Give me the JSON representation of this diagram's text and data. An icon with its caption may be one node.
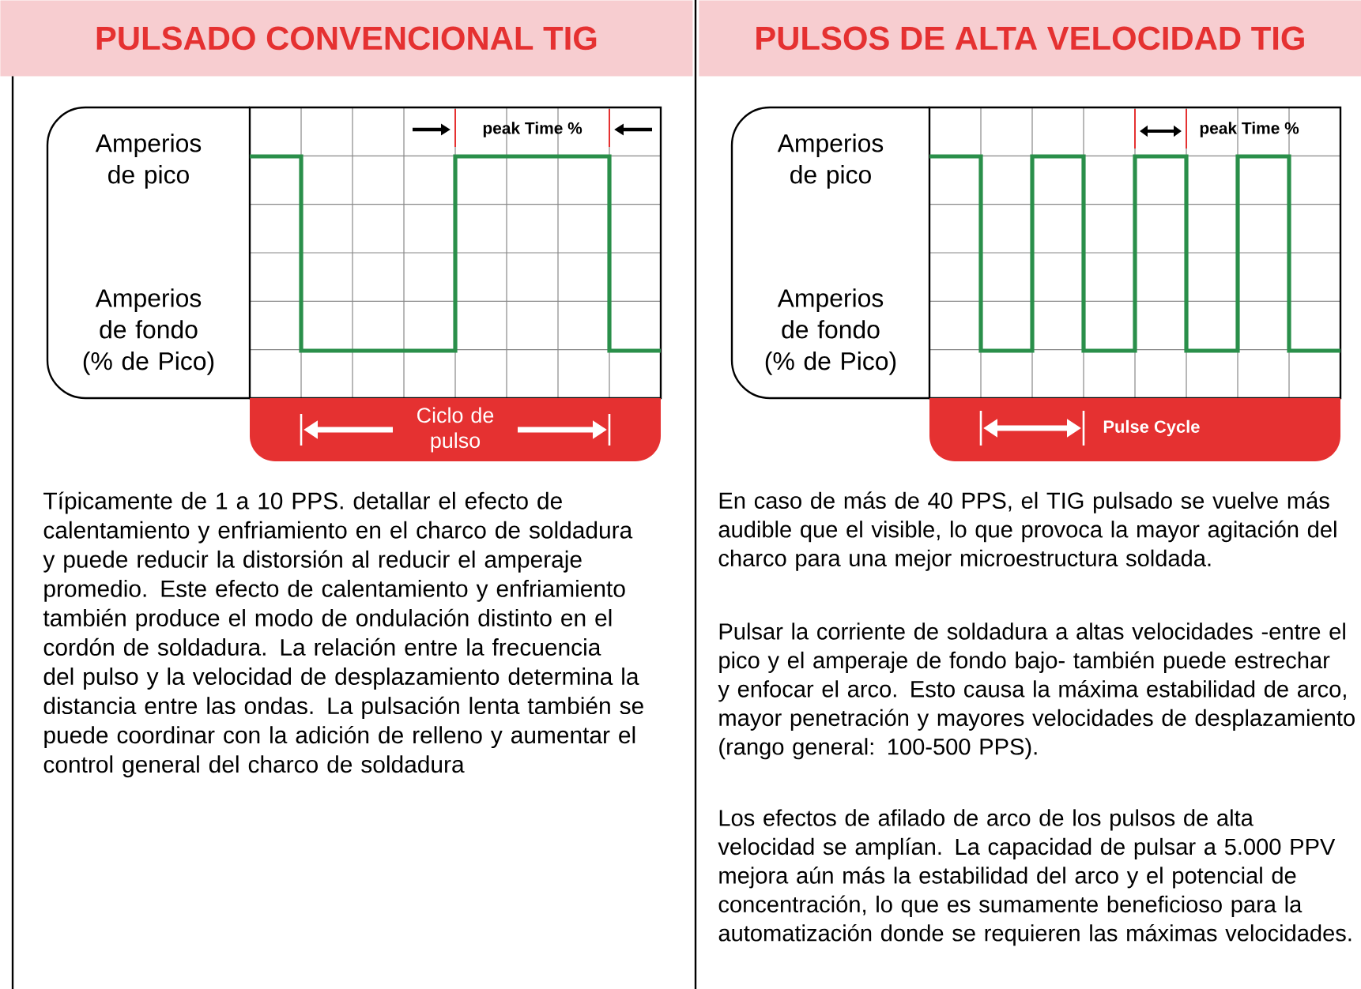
{
  "diagram": {
    "nodes": [
      {
        "text": [
          "PULSADO CONVENCIONAL TIG"
        ]
      },
      {
        "text": [
          "Amperios de pico",
          "Amperios de fondo (% de Pico)"
        ]
      },
      {
        "text": [
          "Ciclo de pulso"
        ]
      },
      {
        "text": [
          "PULSOS DE ALTA VELOCIDAD TIG"
        ]
      },
      {
        "text": [
          "Amperios de pico",
          "Amperios de fondo (% de Pico)"
        ]
      },
      {
        "text": [
          "Pulse Cycle"
        ]
      }
    ],
    "labels": [
      "peak Time %",
      "Típicamente de 1 a 10 PPS. detallar el efecto de calentamiento y enfriamiento en el charco de soldadura y puede reducir la distorsión al reducir el amperaje promedio. Este efecto de calentamiento y enfriamiento también produce el modo de ondulación distinto en el cordón de soldadura. La relación entre la frecuencia del pulso y la velocidad de desplazamiento determina la distancia entre las ondas. La pulsación lenta también se puede coordinar con la adición de relleno y aumentar el control general del charco de soldadura",
      "peak Time %",
      "En caso de más de 40 PPS, el TIG pulsado se vuelve más audible que el visible, lo que provoca la mayor agitación del charco para una mejor microestructura soldada.",
      "Pulsar la corriente de soldadura a altas velocidades -entre el pico y el amperaje de fondo bajo- también puede estrechar y enfocar el arco. Esto causa la máxima estabilidad de arco, mayor penetración y mayores velocidades de desplazamiento (rango general: 100-500 PPS).",
      "Los efectos de afilado de arco de los pulsos de alta velocidad se amplían. La capacidad de pulsar a 5.000 PPV mejora aún más la estabilidad del arco y el potencial de concentración, lo que es sumamente beneficioso para la automatización donde se requieren las máximas velocidades."
    ]
  }
}
